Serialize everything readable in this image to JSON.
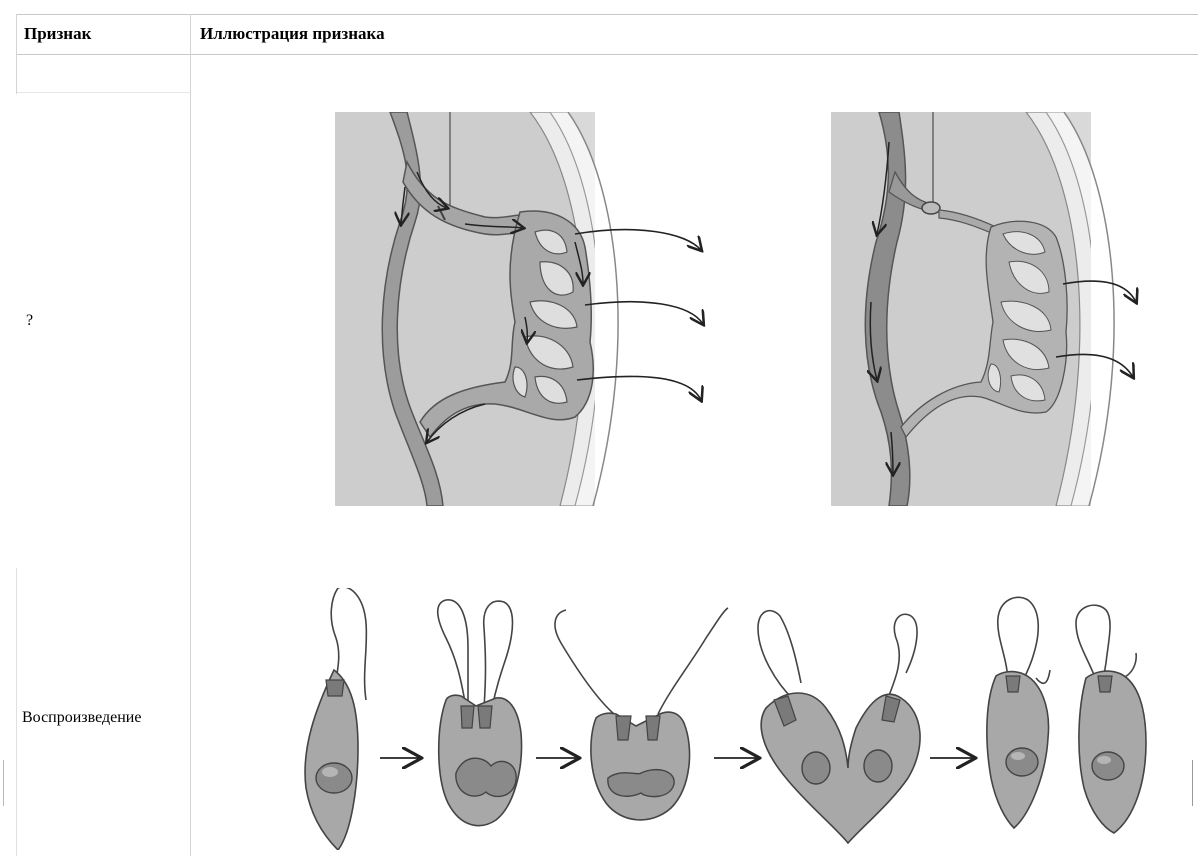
{
  "table": {
    "headers": [
      "Признак",
      "Иллюстрация признака"
    ],
    "rows": [
      {
        "label": "?"
      },
      {
        "label": "Воспроизведение"
      }
    ]
  }
}
